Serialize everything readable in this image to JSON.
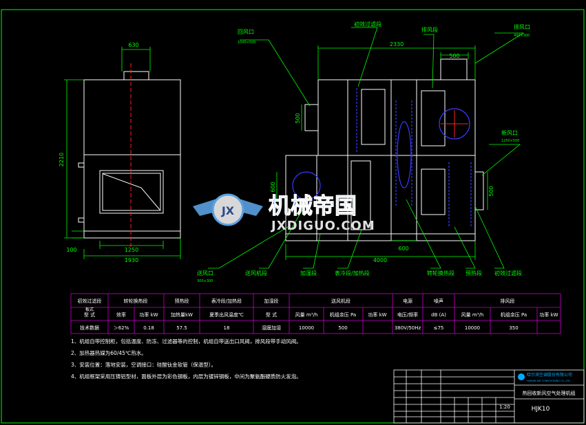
{
  "colors": {
    "background": "#000000",
    "outline": "#ffffff",
    "dimension": "#00ff00",
    "table_lines": "#cc00cc",
    "fan": "#3a3aff",
    "centerline": "#ff2020",
    "watermark": "#5aa0e0"
  },
  "dims": {
    "d630": "630",
    "d2210": "2210",
    "d1250": "1250",
    "d1930": "1930",
    "d100": "100",
    "d2330": "2330",
    "d500": "500",
    "d500b": "500",
    "d600": "600",
    "d600b": "600",
    "d500c": "500",
    "d4000": "4000"
  },
  "labels": {
    "return_air": "回风口",
    "return_air_size": "1000×500",
    "primary_filter_top": "初效过滤段",
    "exhaust_section": "排风段",
    "exhaust_outlet": "排风口",
    "exhaust_outlet_size": "400×300",
    "fresh_air": "新风口",
    "fresh_air_size": "1250×500",
    "supply_air": "送风口",
    "supply_air_size": "300×300",
    "supply_fan_sec": "送风机段",
    "humidify_sec": "加湿段",
    "cool_heat_sec": "表冷段/加热段",
    "exchanger_sec": "转轮换热段",
    "preheat_sec": "预热段",
    "primary_filter_sec": "初效过滤段"
  },
  "watermark": {
    "cn": "机械帝国",
    "en": "JXDIGUO.COM",
    "emblem": "JX"
  },
  "spec_table": {
    "r1": [
      "初效过滤段",
      "转轮换热段",
      "预热段",
      "表冷段/加热段",
      "加湿段",
      "送风机段",
      "电源",
      "噪声",
      "排风段"
    ],
    "r2": [
      "型 式",
      "效率",
      "功率 kW",
      "加热量kW",
      "夏季出风温度℃",
      "型 式",
      "风量 m³/h",
      "机组余压 Pa",
      "功率 kW",
      "电压/频率",
      "dB (A)",
      "风量 m³/h",
      "机组余压 Pa",
      "功率 kW"
    ],
    "r3": [
      "板式",
      "技术数据",
      "＞62%",
      "0.18",
      "57.5",
      "18",
      "湿膜加湿",
      "10000",
      "500",
      "",
      "380V/50Hz",
      "≤75",
      "10000",
      "350",
      ""
    ]
  },
  "notes": [
    "1、机组自带控制柜，包括温度、防冻、过滤器等的控制，机组自带送出口风阀，排风段带手动风阀。",
    "2、加热器热媒为60/45℃热水。",
    "3、安装位置：落地安装，空调接口：硅酸钛金软管（保温型）。",
    "4、机组框架采用压铸铝型材，面板外层为彩色钢板，内层为镀锌钢板，中间为聚氨酯硬质防火发泡。"
  ],
  "title_block": {
    "company": "哈尔滨空调股份有限公司",
    "company_en": "HARBIN AIR CONDITIONING CO.,LTD",
    "drawing_title": "热回收新风空气处理机组",
    "model": "HJK10",
    "scale": "1:20"
  }
}
